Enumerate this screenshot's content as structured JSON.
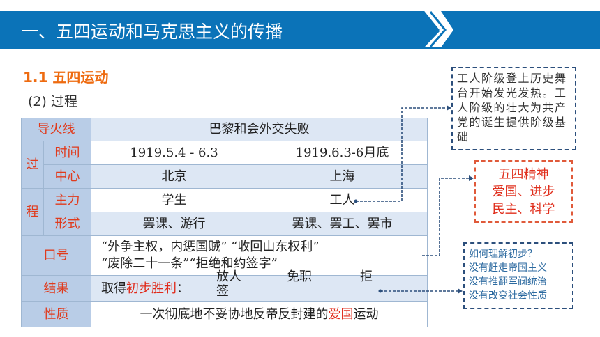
{
  "header": {
    "title": "一、五四运动和马克思主义的传播",
    "chevron_icon": "double-chevron-right-icon",
    "bar_color": "#0b73b8"
  },
  "section": {
    "title": "1.1 五四运动",
    "subtitle": "(2) 过程"
  },
  "table": {
    "fuse_label": "导火线",
    "fuse_value": "巴黎和会外交失败",
    "process_label_1": "过",
    "process_label_2": "程",
    "rows": [
      {
        "label": "时间",
        "stage1": "1919.5.4 - 6.3",
        "stage2": "1919.6.3-6月底"
      },
      {
        "label": "中心",
        "stage1": "北京",
        "stage2": "上海"
      },
      {
        "label": "主力",
        "stage1": "学生",
        "stage2": "工人"
      },
      {
        "label": "形式",
        "stage1": "罢课、游行",
        "stage2": "罢课、罢工、罢市"
      }
    ],
    "slogan_label": "口号",
    "slogan_line1": "“外争主权，内惩国贼” “收回山东权利”",
    "slogan_line2": "“废除二十一条”“拒绝和约签字”",
    "result_label": "结果",
    "result_prefix": "取得",
    "result_highlight": "初步胜利",
    "result_suffix": "：",
    "result_item1": "放人",
    "result_item2": "签",
    "result_item3": "免职",
    "result_item4": "拒",
    "nature_label": "性质",
    "nature_prefix": "一次彻底地不妥协地反帝反封建的",
    "nature_highlight": "爱国",
    "nature_suffix": "运动"
  },
  "callouts": {
    "worker": "工人阶级登上历史舞台开始发光发热。工人阶级的壮大为共产党的诞生提供阶级基础",
    "spirit_line1": "五四精神",
    "spirit_line2": "爱国、进步",
    "spirit_line3": "民主、科学",
    "victory_line1": "如何理解初步？",
    "victory_line2": "没有赶走帝国主义",
    "victory_line3": "没有推翻军阀统治",
    "victory_line4": "没有改变社会性质"
  }
}
